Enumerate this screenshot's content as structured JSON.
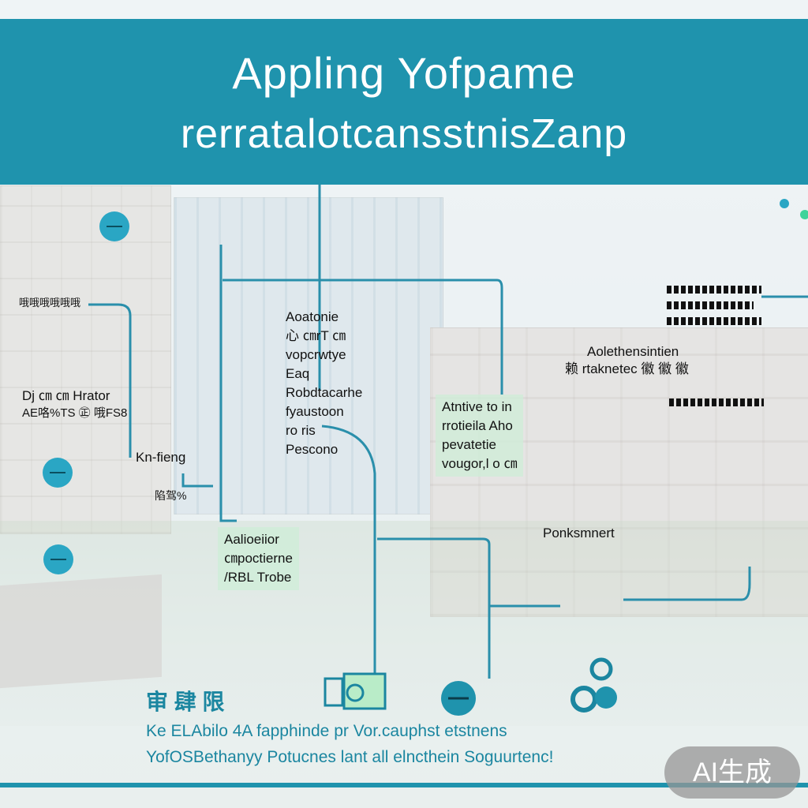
{
  "banner": {
    "title_line1": "Appling Yofpame",
    "title_line2": "rerratalotcansstnisZanp"
  },
  "labels": {
    "left_top": "哦哦哦哦哦哦",
    "left_mid_1": "Dj  ㎝ ㎝ Hrator",
    "left_mid_2": "AE咯%TS ㊣ 哦FS8",
    "left_low": "Kn-fieng",
    "left_low_sub": "陷驾%",
    "center_block": [
      "Aoatonie",
      "心 ㎝rT ㎝",
      "vopcrwtye",
      "Eaq",
      "Robdtacarhe",
      "fyaustoon",
      "ro ris",
      "Pescono"
    ],
    "center_low": [
      "Aalioeiior",
      "㎝poctierne",
      "/RBL Trobe"
    ],
    "right_mid": [
      "Atntive to in",
      "rrotieila Aho",
      "pevatetie",
      "vougor,l o ㎝"
    ],
    "right_top_1": "Aolethensintien",
    "right_top_2": "赖 rtaknetec 徽 徽 徽",
    "right_low": "Ponksmnert"
  },
  "bottom": {
    "icon_title": "审 肆 限",
    "line1": "Ke ELAbilo 4A fapphinde pr Vor.cauphst etstnens",
    "line2": "YofOSBethanyy Potucnes lant all elncthein Soguurtenc!"
  },
  "watermark": "AI生成",
  "colors": {
    "banner": "#1f93ad",
    "line": "#2a8fab",
    "dot": "#2aa6c4",
    "box": "#cdeed7",
    "badge": "#969696"
  }
}
